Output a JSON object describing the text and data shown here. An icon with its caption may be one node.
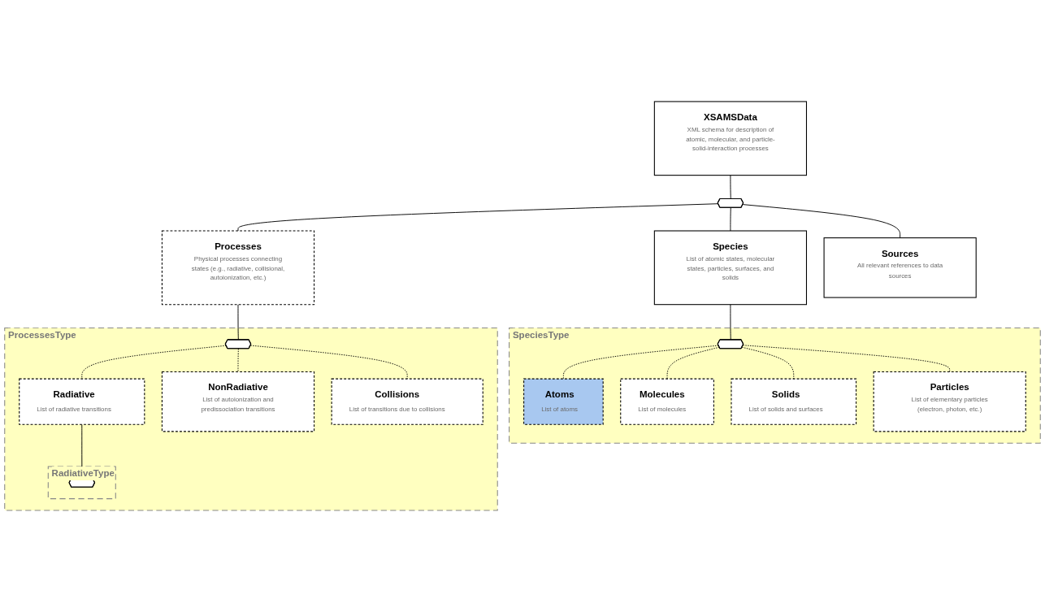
{
  "diagram": {
    "nodes": [
      {
        "text": [
          "XSAMSData",
          "XML schema for description of atomic, molecular, and particle-solid-interaction processes"
        ]
      },
      {
        "text": [],
        "shape": "octagon"
      },
      {
        "text": [
          "Species",
          "List of atomic states, molecular states, particles, surfaces, and solids"
        ]
      },
      {
        "text": [
          "Processes",
          "Physical processes connecting states (e.g., radiative, collisional, autoionization, etc.)"
        ]
      },
      {
        "text": [
          "Sources",
          "All relevant references to data sources"
        ]
      },
      {
        "text": [
          "SpeciesType"
        ]
      },
      {
        "text": [],
        "shape": "octagon",
        "in": 5
      },
      {
        "text": [
          "Atoms",
          "List of atoms"
        ],
        "in": 5
      },
      {
        "text": [
          "Molecules",
          "List of molecules"
        ],
        "in": 5
      },
      {
        "text": [
          "Solids",
          "List of solids and surfaces"
        ],
        "in": 5
      },
      {
        "text": [
          "Particles",
          "List of elementary particles (electron, photon, etc.)"
        ],
        "in": 5
      },
      {
        "text": [
          "ProcessesType"
        ]
      },
      {
        "text": [],
        "shape": "octagon",
        "in": 11
      },
      {
        "text": [
          "Radiative",
          "List of radiative transitions"
        ],
        "in": 11
      },
      {
        "text": [
          "NonRadiative",
          "List of autoionization and predissociation transitions"
        ],
        "in": 11
      },
      {
        "text": [
          "Collisions",
          "List of transitions due to collisions"
        ],
        "in": 11
      },
      {
        "text": [
          "RadiativeType"
        ],
        "in": 11
      },
      {
        "text": [],
        "shape": "octagon",
        "in": 16
      }
    ],
    "edges": [
      {
        "from": 0,
        "to": 1,
        "arrow": "none"
      },
      {
        "from": 1,
        "to": 2,
        "arrow": "none"
      },
      {
        "from": 1,
        "to": 3,
        "arrow": "none"
      },
      {
        "from": 1,
        "to": 4,
        "arrow": "none"
      },
      {
        "from": 2,
        "to": 6,
        "arrow": "none"
      },
      {
        "from": 6,
        "to": 7,
        "arrow": "none",
        "style": "dashed"
      },
      {
        "from": 6,
        "to": 8,
        "arrow": "none",
        "style": "dashed"
      },
      {
        "from": 6,
        "to": 9,
        "arrow": "none",
        "style": "dashed"
      },
      {
        "from": 6,
        "to": 10,
        "arrow": "none",
        "style": "dashed"
      },
      {
        "from": 3,
        "to": 12,
        "arrow": "none"
      },
      {
        "from": 12,
        "to": 13,
        "arrow": "none",
        "style": "dashed"
      },
      {
        "from": 12,
        "to": 14,
        "arrow": "none",
        "style": "dashed"
      },
      {
        "from": 12,
        "to": 15,
        "arrow": "none",
        "style": "dashed"
      },
      {
        "from": 13,
        "to": 17,
        "arrow": "none"
      }
    ]
  }
}
